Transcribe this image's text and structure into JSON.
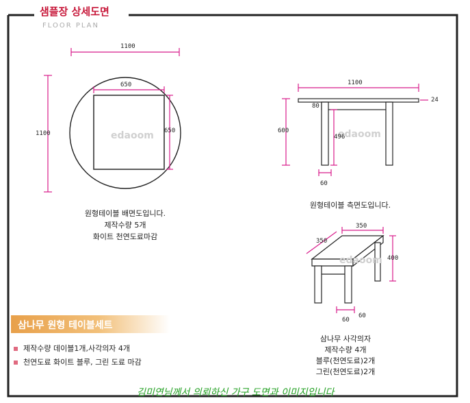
{
  "header": {
    "title": "샘플장 상세도면",
    "subtitle": "FLOOR PLAN"
  },
  "watermark": "edaoom",
  "colors": {
    "dimension": "#d81b8a",
    "accent": "#c7183a",
    "banner": "#e8a04a",
    "footer": "#22a022"
  },
  "top_view": {
    "dims": {
      "outer_width": "1100",
      "inner_width": "650",
      "inner_height": "650",
      "height": "1100"
    },
    "caption": [
      "원형테이블 배면도입니다.",
      "제작수량 5개",
      "화이트 천연도료마감"
    ]
  },
  "side_view": {
    "dims": {
      "width": "1100",
      "top_thickness": "24",
      "apron": "80",
      "height": "600",
      "inner": "496",
      "leg": "60"
    },
    "caption": [
      "원형테이블 측면도입니다."
    ]
  },
  "chair_view": {
    "dims": {
      "width": "350",
      "depth": "350",
      "height": "400",
      "leg_a": "60",
      "leg_b": "60"
    },
    "caption": [
      "삼나무 사각의자",
      "제작수량 4개",
      "블루(천연도료)2개",
      "그린(천연도료)2개"
    ]
  },
  "summary": {
    "title": "삼나무 원형 테이블세트",
    "bullets": [
      "제작수량  데이블1개,사각의자 4개",
      "천연도료 화이트 블루, 그린 도료 마감"
    ]
  },
  "footer": "김미연님께서 의뢰하신 가구 도면과 이미지입니다"
}
